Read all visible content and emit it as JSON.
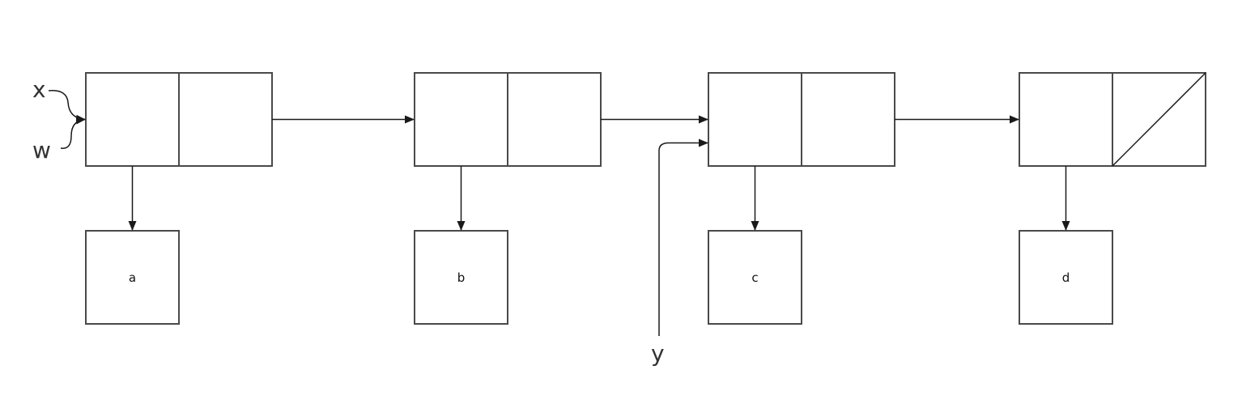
{
  "diagram": {
    "variables": {
      "x": "x",
      "w": "w",
      "y": "y"
    },
    "values": [
      "a",
      "b",
      "c",
      "d"
    ],
    "colors": {
      "border": "#4a4a4a",
      "arrow": "#1a1a1a",
      "background": "#ffffff"
    }
  }
}
